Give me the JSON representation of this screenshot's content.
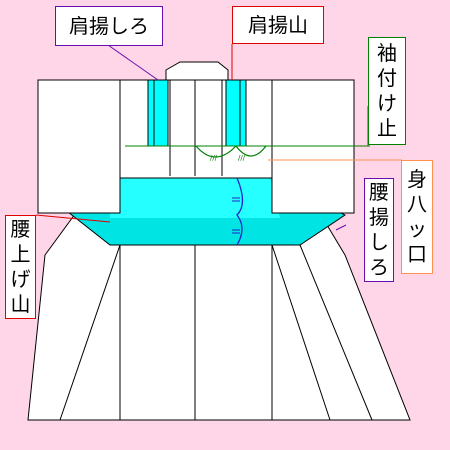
{
  "labels": {
    "kata_age_shiro": "肩揚しろ",
    "kata_age_yama": "肩揚山",
    "sode_tsuke_dome": "袖付け止",
    "mi_yatsuguchi": "身八ッ口",
    "koshi_age_shiro": "腰揚しろ",
    "koshi_age_yama": "腰上げ山"
  },
  "colors": {
    "background": "#ffd6e8",
    "garment": "#ffffff",
    "outline": "#000000",
    "tuck_band": "#00ffff",
    "tuck_pale": "#a9f4ff",
    "waist_bright": "#00e4e4",
    "stitch": "#2222cc",
    "pleat_stitch": "#008000",
    "border_purple": "#6a0dad",
    "border_red": "#e00000",
    "border_green": "#008000",
    "border_orange": "#ff9050"
  }
}
